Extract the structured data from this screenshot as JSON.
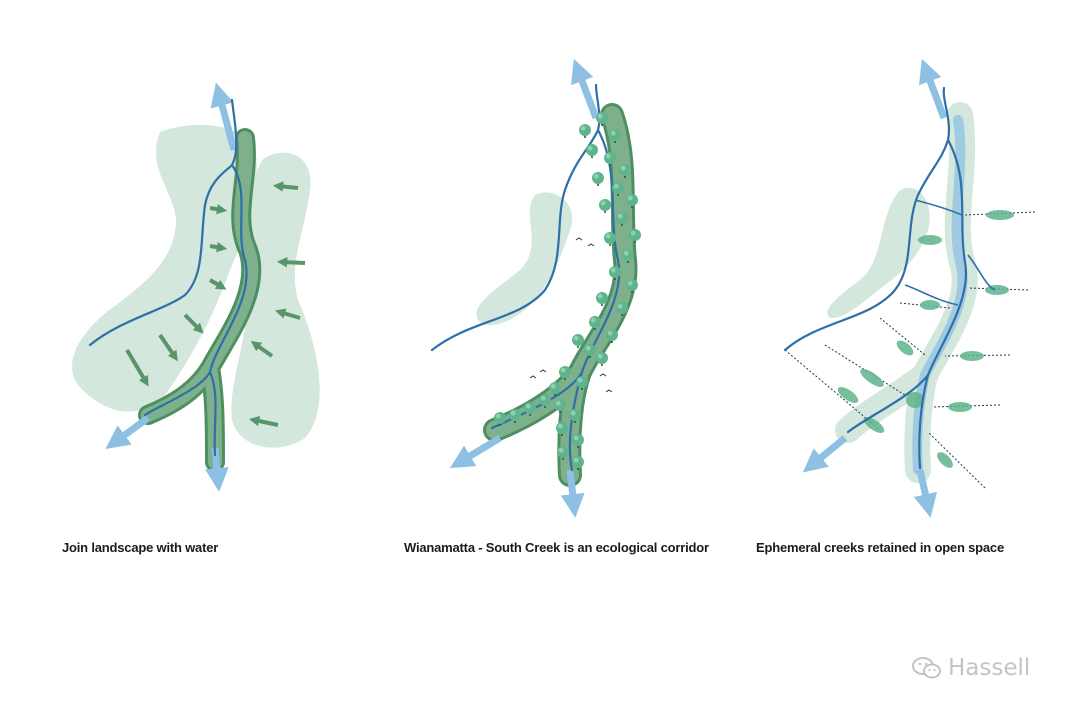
{
  "captions": {
    "panel1": "Join landscape with water",
    "panel2": "Wianamatta - South Creek is an ecological corridor",
    "panel3": "Ephemeral creeks retained in open space"
  },
  "watermark": {
    "text": "Hassell",
    "icon": "wechat-icon"
  },
  "colors": {
    "water_arrow": "#8dc0e3",
    "creek_line": "#2f6fa8",
    "corridor_green": "#4e8f62",
    "landscape_pale": "#d3e7dc",
    "tree_green": "#5fb48d",
    "dotted_line": "#223a55"
  }
}
